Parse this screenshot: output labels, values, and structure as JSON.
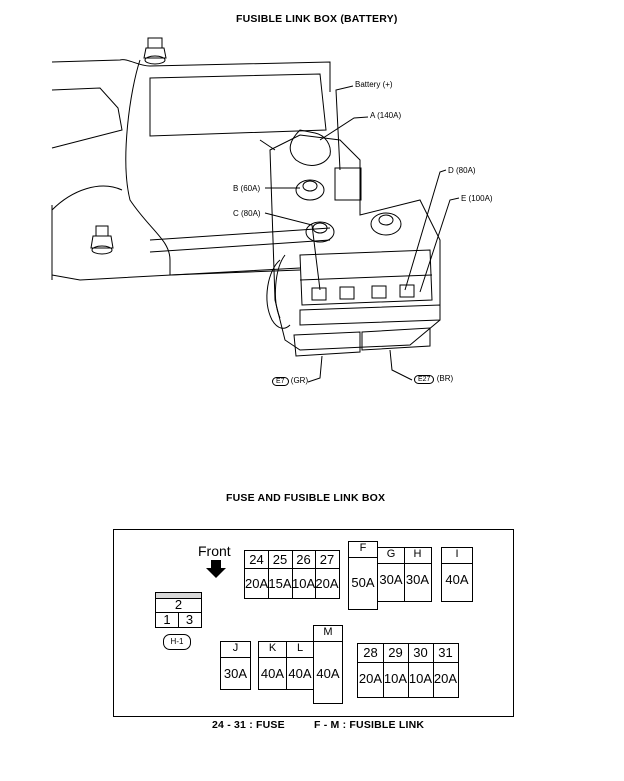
{
  "top": {
    "title": "FUSIBLE LINK BOX (BATTERY)",
    "labels": {
      "battery": "Battery (+)",
      "a": "A (140A)",
      "b": "B (60A)",
      "c": "C (80A)",
      "d": "D (80A)",
      "e": "E (100A)",
      "e7_code": "E7",
      "e7_color": "(GR)",
      "e27_code": "E27",
      "e27_color": "(BR)"
    }
  },
  "bottom": {
    "title": "FUSE AND FUSIBLE LINK BOX",
    "front_label": "Front",
    "relay": {
      "top": "2",
      "left": "1",
      "right": "3",
      "tag": "H-1"
    },
    "group_24_27": {
      "headers": [
        "24",
        "25",
        "26",
        "27"
      ],
      "values": [
        "20A",
        "15A",
        "10A",
        "20A"
      ]
    },
    "link_f": {
      "header": "F",
      "value": "50A"
    },
    "group_gh": {
      "headers": [
        "G",
        "H"
      ],
      "values": [
        "30A",
        "30A"
      ]
    },
    "link_i": {
      "header": "I",
      "value": "40A"
    },
    "link_j": {
      "header": "J",
      "value": "30A"
    },
    "group_kl": {
      "headers": [
        "K",
        "L"
      ],
      "values": [
        "40A",
        "40A"
      ]
    },
    "link_m": {
      "header": "M",
      "value": "40A"
    },
    "group_28_31": {
      "headers": [
        "28",
        "29",
        "30",
        "31"
      ],
      "values": [
        "20A",
        "10A",
        "10A",
        "20A"
      ]
    },
    "legend_fuse": "24 - 31 : FUSE",
    "legend_link": "F - M : FUSIBLE LINK"
  }
}
